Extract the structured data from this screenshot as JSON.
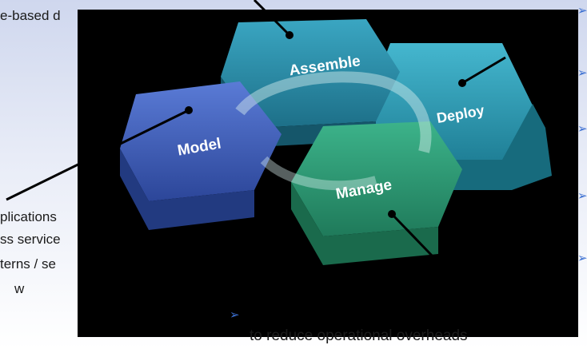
{
  "slide": {
    "top_text": "e-based d",
    "left_lines": [
      "plications",
      "ss service",
      "terns / se",
      "w"
    ],
    "bottom_text": "to reduce operational overheads",
    "bullet_glyph": "➢"
  },
  "diagram": {
    "hexagons": [
      {
        "label": "Model",
        "color": "#3f5fb8"
      },
      {
        "label": "Assemble",
        "color": "#2a8fa8"
      },
      {
        "label": "Deploy",
        "color": "#2ba0b8"
      },
      {
        "label": "Manage",
        "color": "#2f9c78"
      }
    ]
  },
  "colors": {
    "background_top": "#cfd7ee",
    "panel": "#000000",
    "bullet": "#3b6fd1"
  }
}
